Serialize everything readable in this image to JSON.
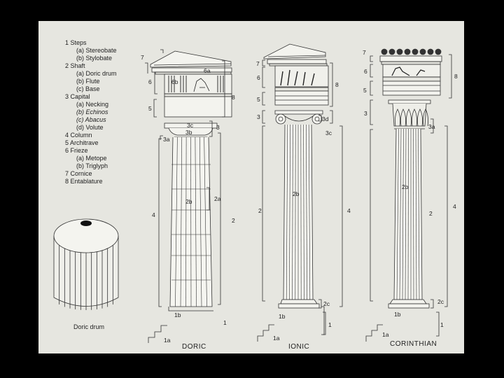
{
  "legend": [
    {
      "label": "1  Steps",
      "items": [
        {
          "text": "(a) Stereobate"
        },
        {
          "text": "(b) Stylobate"
        }
      ]
    },
    {
      "label": "2  Shaft",
      "items": [
        {
          "text": "(a) Doric drum"
        },
        {
          "text": "(b) Flute"
        },
        {
          "text": "(c) Base"
        }
      ]
    },
    {
      "label": "3  Capital",
      "items": [
        {
          "text": "(a) Necking"
        },
        {
          "text": "(b) Echinos",
          "italic": true
        },
        {
          "text": "(c) Abacus",
          "italic": true
        },
        {
          "text": "(d) Volute"
        }
      ]
    },
    {
      "label": "4  Column",
      "items": []
    },
    {
      "label": "5  Architrave",
      "items": []
    },
    {
      "label": "6  Frieze",
      "items": [
        {
          "text": "(a) Metope"
        },
        {
          "text": "(b) Triglyph"
        }
      ]
    },
    {
      "label": "7  Cornice",
      "items": []
    },
    {
      "label": "8  Entablature",
      "items": []
    }
  ],
  "drum_caption": "Doric drum",
  "orders": {
    "doric": {
      "caption": "DORIC",
      "labels": {
        "l7": "7",
        "l6": "6",
        "l6a": "6a",
        "l6b": "6b",
        "l8": "8",
        "l5": "5",
        "l3c": "3c",
        "l3b": "3b",
        "l3": "3",
        "l3a": "3a",
        "l2a": "2a",
        "l2b": "2b",
        "l2": "2",
        "l4": "4",
        "l1b": "1b",
        "l1": "1",
        "l1a": "1a"
      }
    },
    "ionic": {
      "caption": "IONIC",
      "labels": {
        "l7": "7",
        "l6": "6",
        "l8": "8",
        "l5": "5",
        "l3": "3",
        "l3d": "3d",
        "l3c": "3c",
        "l2b": "2b",
        "l2": "2",
        "l4": "4",
        "l2c": "2c",
        "l1b": "1b",
        "l1": "1",
        "l1a": "1a"
      }
    },
    "corinthian": {
      "caption": "CORINTHIAN",
      "labels": {
        "l7": "7",
        "l6": "6",
        "l8": "8",
        "l5": "5",
        "l3": "3",
        "l3a": "3a",
        "l2b": "2b",
        "l2": "2",
        "l4": "4",
        "l2c": "2c",
        "l1b": "1b",
        "l1": "1",
        "l1a": "1a"
      }
    }
  }
}
